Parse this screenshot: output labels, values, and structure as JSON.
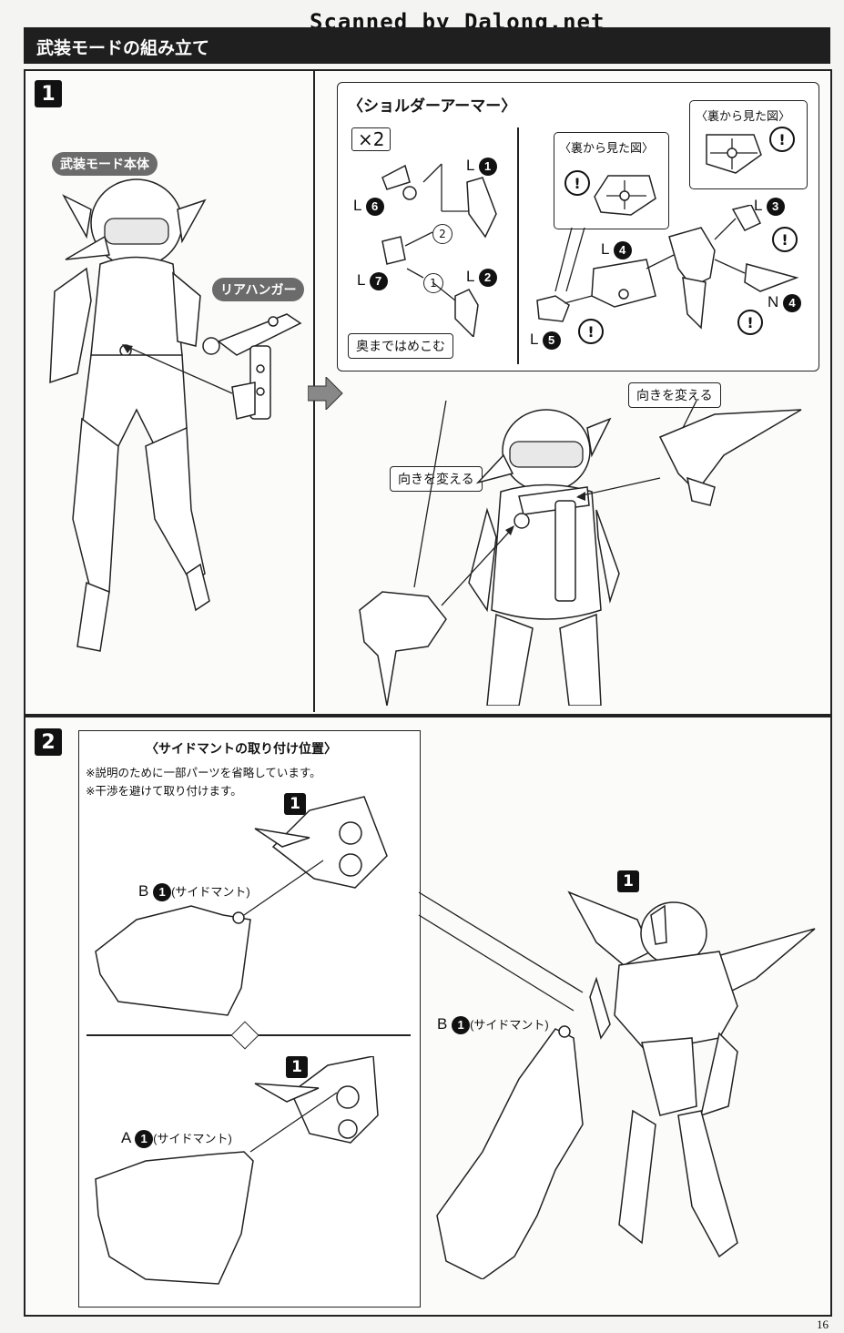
{
  "watermark": "Scanned by Dalong.net",
  "header": {
    "title": "武装モードの組み立て"
  },
  "step1": {
    "number": "1",
    "body_label": "武装モード本体",
    "rear_hanger_label": "リアハンガー",
    "shoulder_title": "〈ショルダーアーマー〉",
    "multiplier": "×2",
    "back_view_label": "〈裏から見た図〉",
    "push_in_label": "奥まではめこむ",
    "change_direction_label": "向きを変える",
    "parts": [
      "L",
      "L",
      "L",
      "L",
      "L",
      "L",
      "L",
      "N"
    ],
    "part_numbers": [
      "1",
      "6",
      "2",
      "7",
      "4",
      "5",
      "3",
      "4"
    ],
    "order": [
      "1",
      "2"
    ]
  },
  "step2": {
    "number": "2",
    "box_title": "〈サイドマントの取り付け位置〉",
    "note1": "※説明のために一部パーツを省略しています。",
    "note2": "※干渉を避けて取り付けます。",
    "ref_step": "1",
    "partB": {
      "letter": "B",
      "num": "1",
      "name": "(サイドマント)"
    },
    "partA": {
      "letter": "A",
      "num": "1",
      "name": "(サイドマント)"
    }
  },
  "warning_symbol": "!",
  "page_number": "16"
}
